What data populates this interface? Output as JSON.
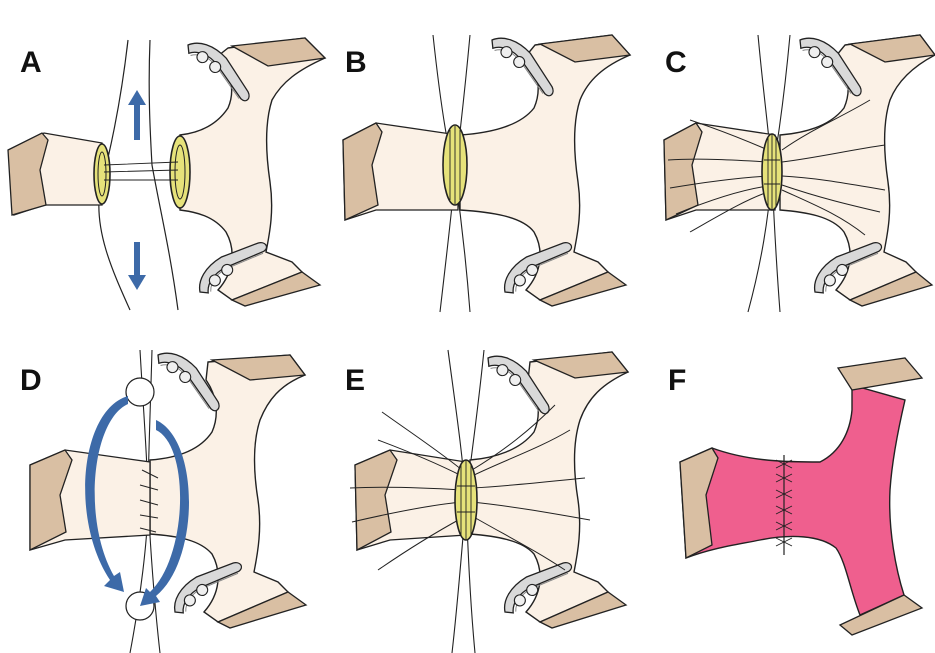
{
  "figure": {
    "panels": [
      {
        "id": "A",
        "label": "A",
        "stage": "separated-ends",
        "tissue_color": "#fbf1e6",
        "lumen_color": "#e6e27a",
        "arrows": "vertical-traction"
      },
      {
        "id": "B",
        "label": "B",
        "stage": "ends-approximated",
        "tissue_color": "#fbf1e6",
        "lumen_color": "#e6e27a"
      },
      {
        "id": "C",
        "label": "C",
        "stage": "stay-sutures-placed",
        "tissue_color": "#fbf1e6",
        "lumen_color": "#e6e27a"
      },
      {
        "id": "D",
        "label": "D",
        "stage": "rotation",
        "tissue_color": "#fbf1e6",
        "arrows": "circular-rotation"
      },
      {
        "id": "E",
        "label": "E",
        "stage": "stay-sutures-placed",
        "tissue_color": "#fbf1e6",
        "lumen_color": "#e6e27a"
      },
      {
        "id": "F",
        "label": "F",
        "stage": "completed-anastomosis",
        "tissue_color": "#ef5f8e"
      }
    ],
    "colors": {
      "outline": "#1a1a1a",
      "stump": "#d9bfa3",
      "clamp": "#dcdcdc",
      "arrow": "#3d6aa8"
    }
  }
}
